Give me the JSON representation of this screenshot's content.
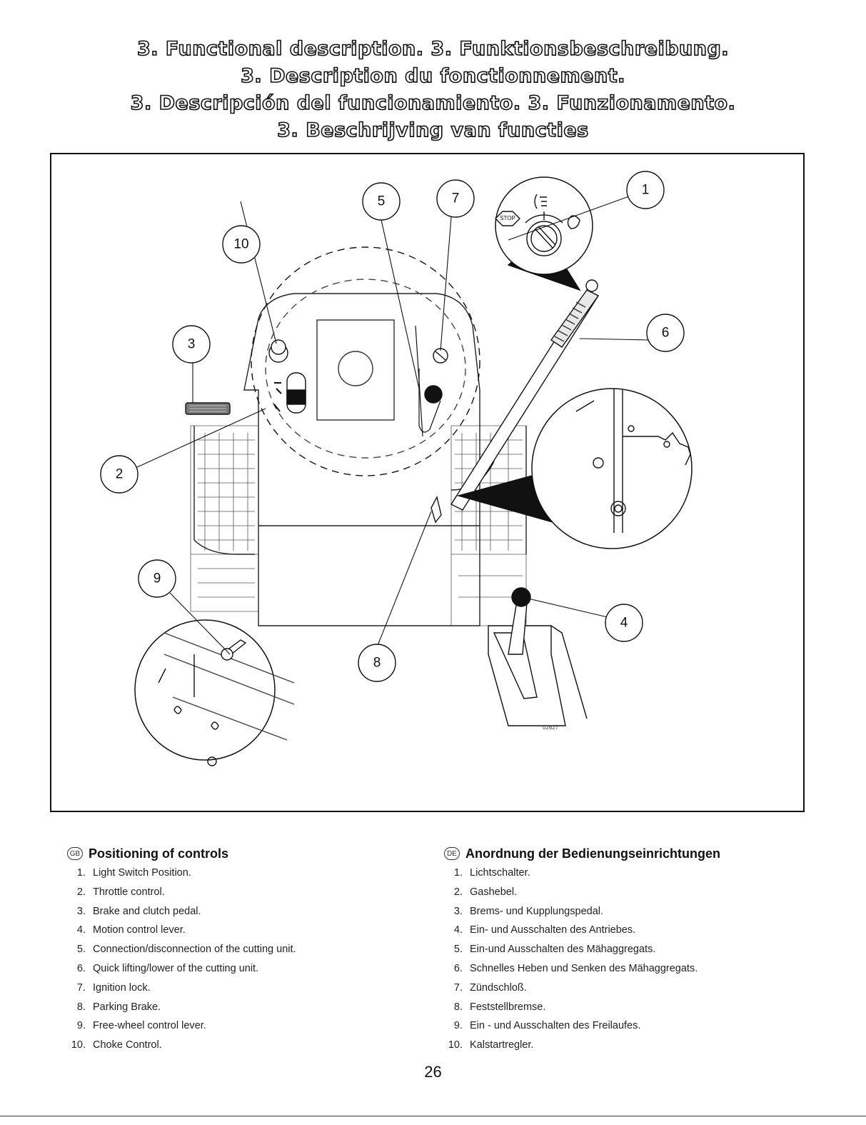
{
  "titles": [
    "3. Functional description.   3. Funktionsbeschreibung.",
    "3. Description du fonctionnement.",
    "3. Descripción del funcionamiento.   3. Funzionamento.",
    "3. Beschrijving van functies"
  ],
  "figure": {
    "callouts": [
      "1",
      "2",
      "3",
      "4",
      "5",
      "6",
      "7",
      "8",
      "9",
      "10"
    ],
    "ignition_stop_label": "STOP",
    "part_number": "02627"
  },
  "gb": {
    "flag": "GB",
    "heading": "Positioning of controls",
    "items": [
      {
        "num": "1.",
        "text": "Light Switch Position."
      },
      {
        "num": "2.",
        "text": "Throttle control."
      },
      {
        "num": "3.",
        "text": "Brake and clutch pedal."
      },
      {
        "num": "4.",
        "text": "Motion control lever."
      },
      {
        "num": "5.",
        "text": "Connection/disconnection of the cutting unit."
      },
      {
        "num": "6.",
        "text": "Quick lifting/lower of the cutting unit."
      },
      {
        "num": "7.",
        "text": "Ignition lock."
      },
      {
        "num": "8.",
        "text": "Parking Brake."
      },
      {
        "num": "9.",
        "text": "Free-wheel control lever."
      },
      {
        "num": "10.",
        "text": "Choke Control."
      }
    ]
  },
  "de": {
    "flag": "DE",
    "heading": "Anordnung der Bedienungseinrichtungen",
    "items": [
      {
        "num": "1.",
        "text": "Lichtschalter."
      },
      {
        "num": "2.",
        "text": "Gashebel."
      },
      {
        "num": "3.",
        "text": "Brems- und Kupplungspedal."
      },
      {
        "num": "4.",
        "text": "Ein- und Ausschalten des Antriebes."
      },
      {
        "num": "5.",
        "text": "Ein-und Ausschalten des Mähaggregats."
      },
      {
        "num": "6.",
        "text": "Schnelles Heben und Senken des Mähaggregats."
      },
      {
        "num": "7.",
        "text": "Zündschloß."
      },
      {
        "num": "8.",
        "text": "Feststellbremse."
      },
      {
        "num": "9.",
        "text": "Ein - und Ausschalten des Freilaufes."
      },
      {
        "num": "10.",
        "text": "Kalstartregler."
      }
    ]
  },
  "page_number": "26"
}
